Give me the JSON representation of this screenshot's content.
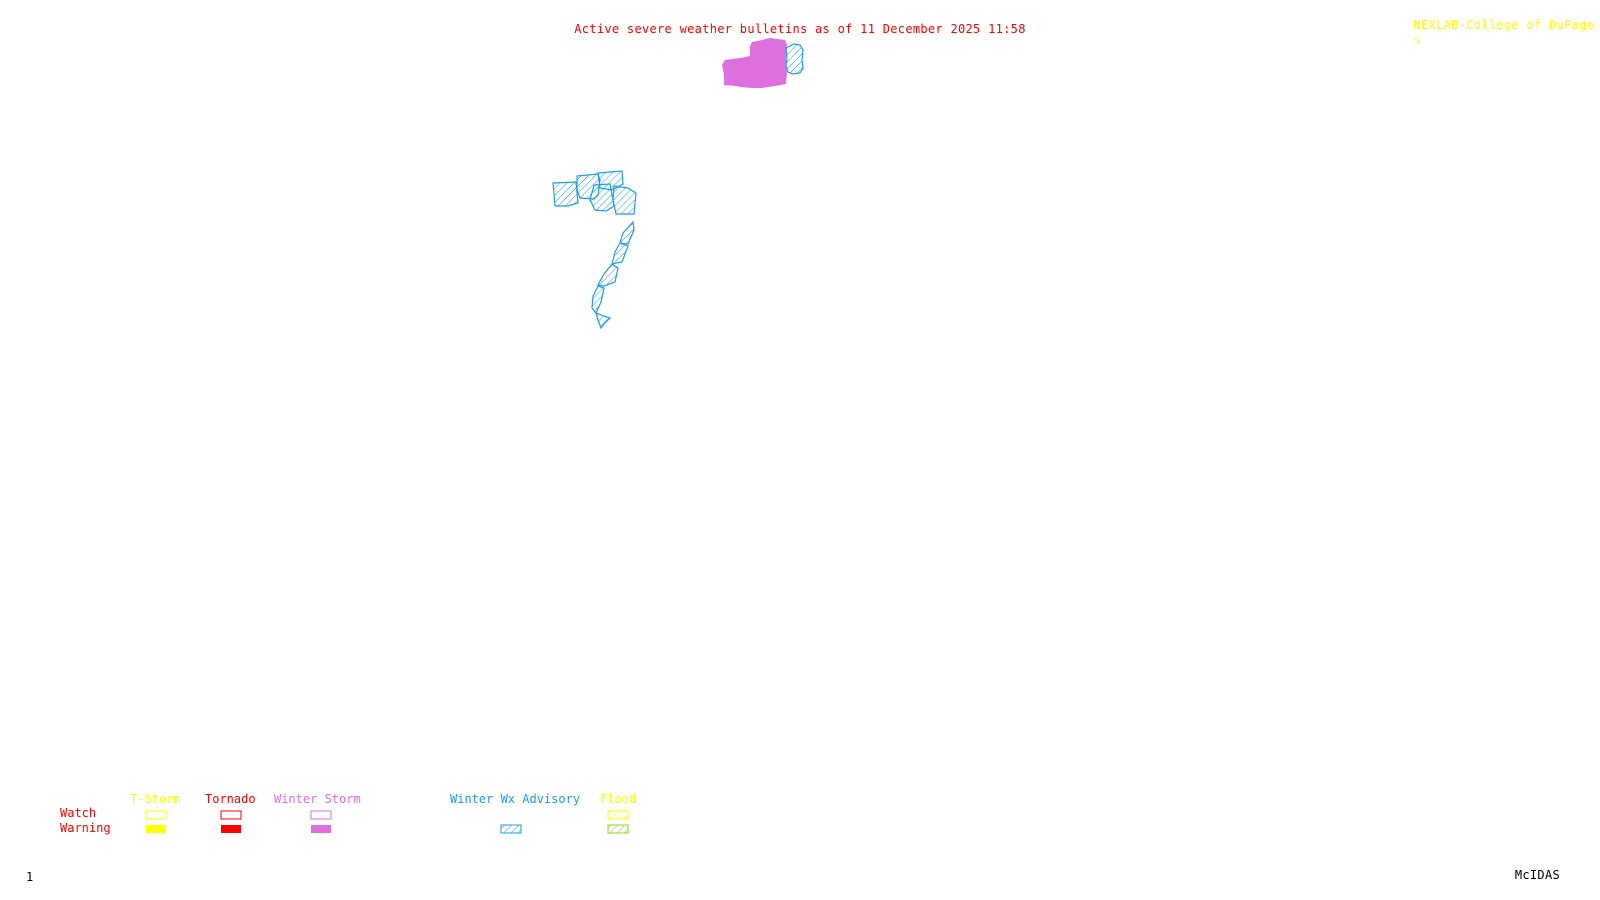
{
  "header": {
    "title": "Active severe weather bulletins as of 11 December 2025 11:58",
    "credit": "NEXLAB-College of DuPage",
    "credit_icon": "corner-arrow-icon"
  },
  "footer": {
    "frame_number": "1",
    "software": "McIDAS"
  },
  "colors": {
    "title": "#ff0000",
    "credit": "#ffff00",
    "tstorm": "#ffff00",
    "tornado": "#ff0000",
    "winter_storm": "#dd70dd",
    "winter_wx_advisory": "#1e9ee6",
    "flood_watch": "#ffff00",
    "flood_warning": "#88d820"
  },
  "legend": {
    "row_labels": {
      "watch": "Watch",
      "warning": "Warning"
    },
    "categories": [
      {
        "key": "tstorm",
        "label": "T-Storm",
        "watch": "outline",
        "warning": "filled"
      },
      {
        "key": "tornado",
        "label": "Tornado",
        "watch": "outline",
        "warning": "filled"
      },
      {
        "key": "winter_storm",
        "label": "Winter Storm",
        "watch": "outline",
        "warning": "filled"
      },
      {
        "key": "winter_wx_advisory",
        "label": "Winter Wx Advisory",
        "watch": null,
        "warning": "hatched"
      },
      {
        "key": "flood",
        "label": "Flood",
        "watch": "hatched",
        "warning": "hatched"
      }
    ]
  },
  "bulletins": [
    {
      "type": "Winter Storm Warning",
      "region": "north-central",
      "style": "filled"
    },
    {
      "type": "Winter Wx Advisory",
      "region": "north-central-east",
      "style": "hatched"
    },
    {
      "type": "Winter Wx Advisory",
      "region": "central-cluster",
      "style": "hatched"
    },
    {
      "type": "Winter Wx Advisory",
      "region": "southern-strip",
      "style": "hatched"
    }
  ]
}
